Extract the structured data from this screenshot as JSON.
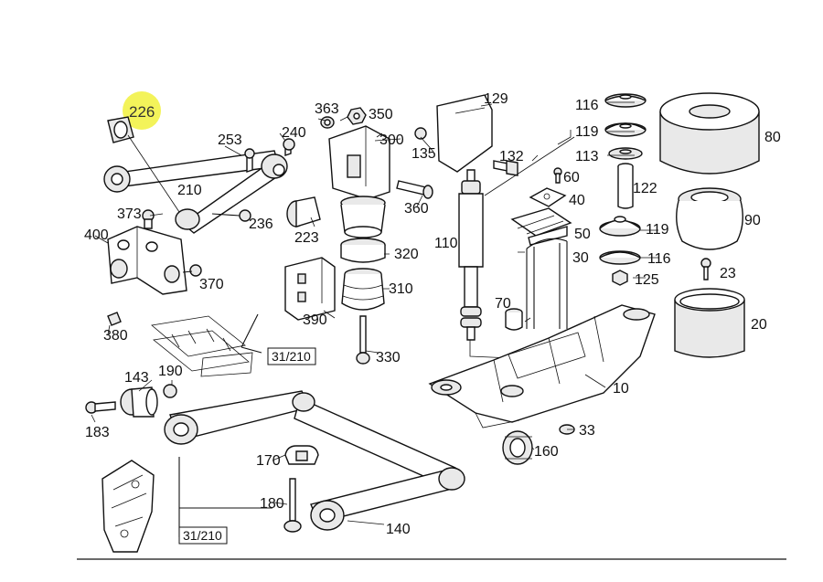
{
  "labels": {
    "p226": "226",
    "p253": "253",
    "p240": "240",
    "p210": "210",
    "p373": "373",
    "p236": "236",
    "p400": "400",
    "p370": "370",
    "p380": "380",
    "p363": "363",
    "p350": "350",
    "p300": "300",
    "p135": "135",
    "p129": "129",
    "p132": "132",
    "p360": "360",
    "p223": "223",
    "p320": "320",
    "p310": "310",
    "p390": "390",
    "p330": "330",
    "p110": "110",
    "p116a": "116",
    "p119a": "119",
    "p113": "113",
    "p60": "60",
    "p40": "40",
    "p122": "122",
    "p80": "80",
    "p50": "50",
    "p119b": "119",
    "p90": "90",
    "p30": "30",
    "p116b": "116",
    "p125": "125",
    "p23": "23",
    "p70": "70",
    "p20": "20",
    "p10": "10",
    "p33": "33",
    "p160": "160",
    "p143": "143",
    "p190": "190",
    "p183": "183",
    "p170": "170",
    "p180": "180",
    "p140": "140"
  },
  "refs": {
    "r1": "31/210",
    "r2": "31/210"
  },
  "highlight": {
    "color": "#f3f35a",
    "label_key": "p226"
  }
}
